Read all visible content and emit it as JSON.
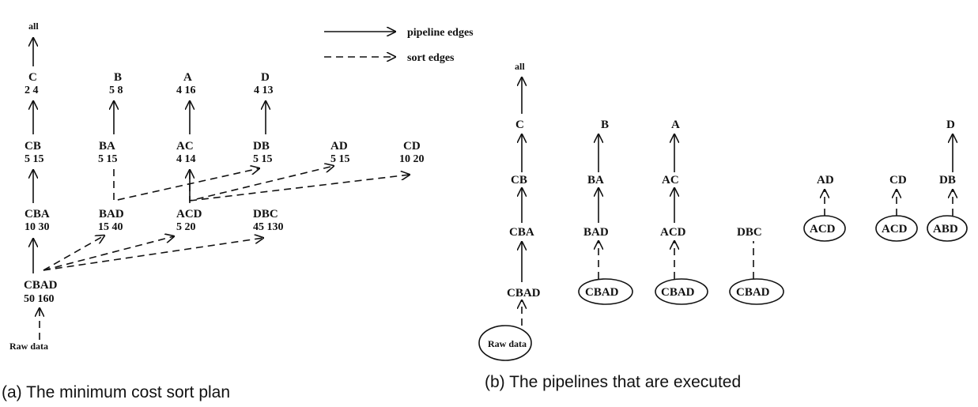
{
  "legend": {
    "pipeline": "pipeline edges",
    "sort": "sort edges"
  },
  "captions": {
    "a": "(a)  The minimum cost sort plan",
    "b": "(b)  The pipelines that are executed"
  },
  "plan_a": {
    "nodes": {
      "all": {
        "label": "all",
        "cost": ""
      },
      "C": {
        "label": "C",
        "cost": "2 4"
      },
      "B": {
        "label": "B",
        "cost": "5 8"
      },
      "A": {
        "label": "A",
        "cost": "4 16"
      },
      "D": {
        "label": "D",
        "cost": "4 13"
      },
      "CB": {
        "label": "CB",
        "cost": "5 15"
      },
      "BA": {
        "label": "BA",
        "cost": "5 15"
      },
      "AC": {
        "label": "AC",
        "cost": "4 14"
      },
      "DB": {
        "label": "DB",
        "cost": "5 15"
      },
      "AD": {
        "label": "AD",
        "cost": "5 15"
      },
      "CD": {
        "label": "CD",
        "cost": "10 20"
      },
      "CBA": {
        "label": "CBA",
        "cost": "10 30"
      },
      "BAD": {
        "label": "BAD",
        "cost": "15 40"
      },
      "ACD": {
        "label": "ACD",
        "cost": "5 20"
      },
      "DBC": {
        "label": "DBC",
        "cost": "45 130"
      },
      "CBAD": {
        "label": "CBAD",
        "cost": "50 160"
      },
      "raw": {
        "label": "Raw data",
        "cost": ""
      }
    }
  },
  "plan_b": {
    "nodes": {
      "all": "all",
      "C": "C",
      "B": "B",
      "A": "A",
      "D": "D",
      "CB": "CB",
      "BA": "BA",
      "AC": "AC",
      "AD": "AD",
      "CD": "CD",
      "DB": "DB",
      "CBA": "CBA",
      "BAD": "BAD",
      "ACD": "ACD",
      "DBC": "DBC",
      "CBAD": "CBAD"
    },
    "sources": {
      "raw": "Raw data",
      "src_bad": "CBAD",
      "src_acd": "CBAD",
      "src_dbc": "CBAD",
      "src_ad": "ACD",
      "src_cd": "ACD",
      "src_db": "ABD"
    }
  }
}
